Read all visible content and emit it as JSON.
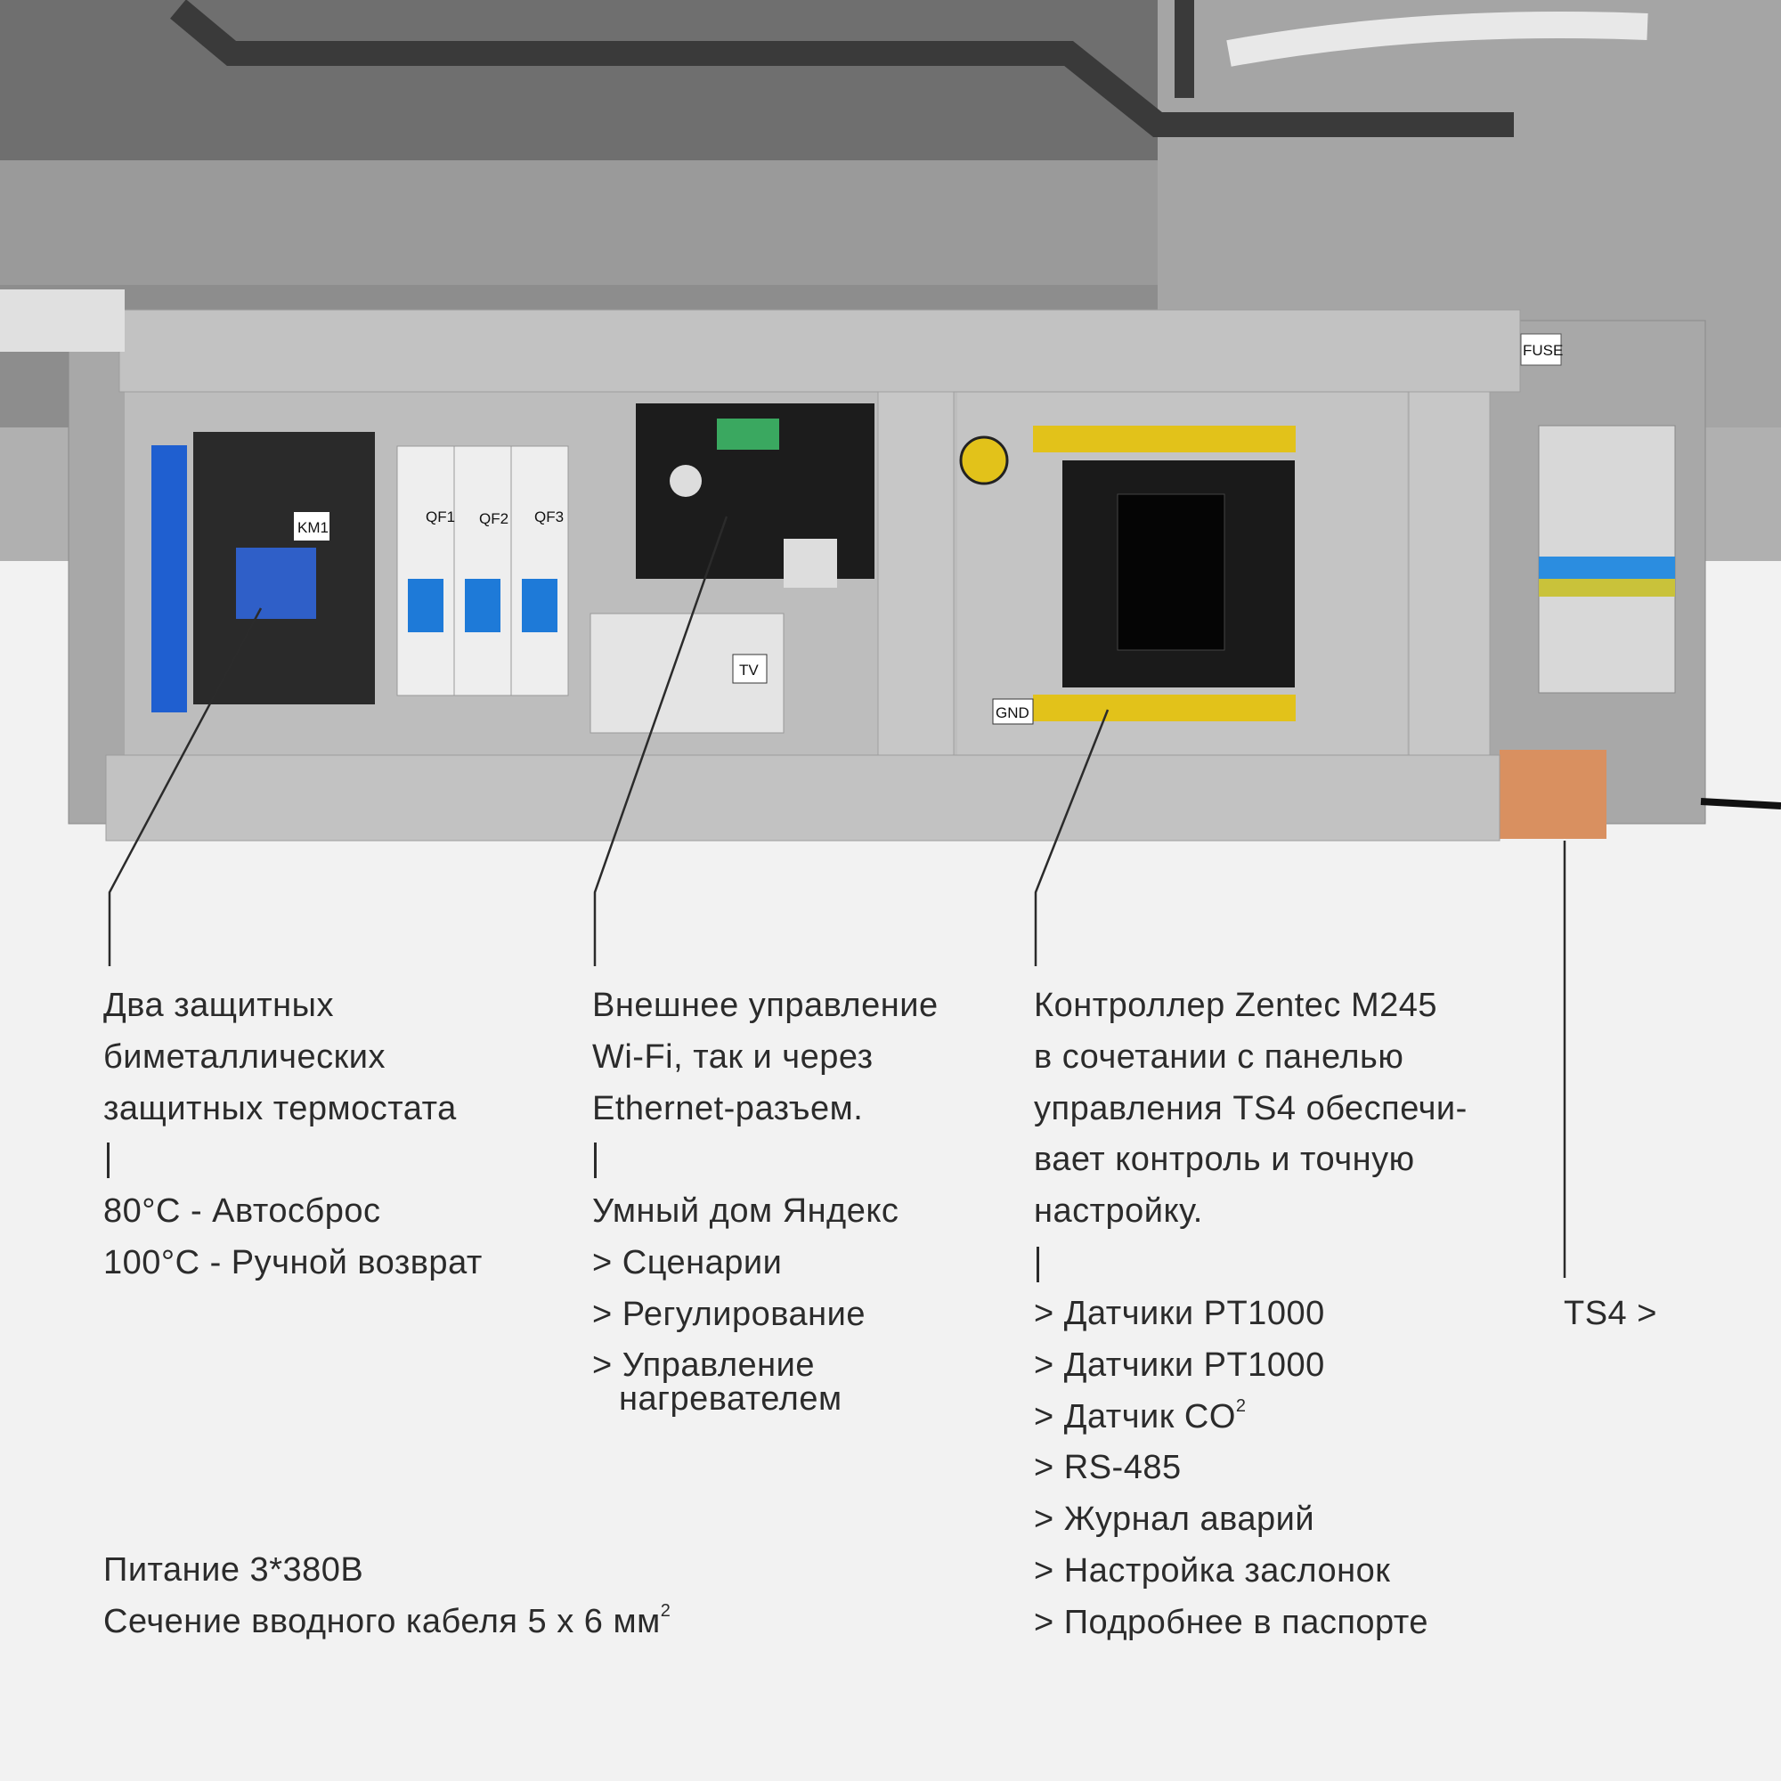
{
  "photo_labels": {
    "km1": "KM1",
    "qf1": "QF1",
    "qf2": "QF2",
    "qf3": "QF3",
    "tv": "TV",
    "fuse": "FUSE",
    "gnd": "GND"
  },
  "thermostats": {
    "lines": [
      "Два защитных",
      "биметаллических",
      "защитных термостата"
    ],
    "items": [
      "80°C - Автосброс",
      "100°C - Ручной возврат"
    ]
  },
  "external_control": {
    "lines": [
      "Внешнее управление",
      "Wi-Fi, так и через",
      "Ethernet-разъем."
    ],
    "heading": "Умный дом Яндекс",
    "items": [
      "> Сценарии",
      "> Регулирование",
      "> Управление",
      "нагревателем"
    ]
  },
  "controller": {
    "lines": [
      "Контроллер Zentec M245",
      "в сочетании с панелью",
      "управления TS4 обеспечи-",
      "вает контроль и точную",
      "настройку."
    ],
    "items": [
      "> Датчики PT1000",
      "> Датчики PT1000",
      "> Датчик CO",
      "> RS-485",
      "> Журнал аварий",
      "> Настройка заслонок",
      "> Подробнее в паспорте"
    ],
    "co2_sup": "2"
  },
  "ts4": {
    "label": "TS4 >"
  },
  "power": {
    "line1": "Питание 3*380В",
    "line2": "Сечение вводного кабеля 5 х 6 мм",
    "line2_sup": "2"
  }
}
